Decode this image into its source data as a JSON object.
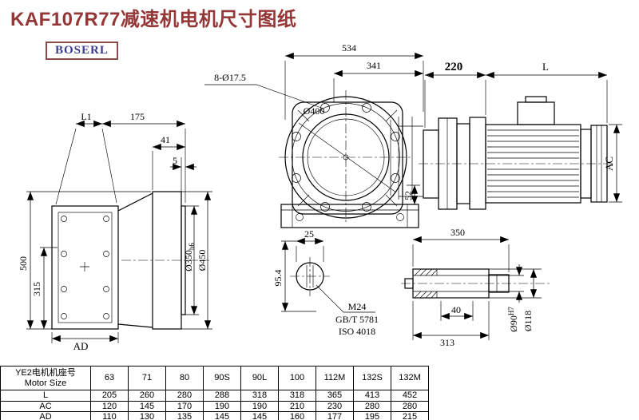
{
  "page": {
    "title": "KAF107R77减速机电机尺寸图纸",
    "brand": "BOSERL",
    "colors": {
      "title_text": "#943636",
      "brand_text": "#3b3b8f",
      "line": "#000000"
    }
  },
  "drawing": {
    "side_view": {
      "l1": "L1",
      "d175": "175",
      "d41": "41",
      "d5": "5",
      "d500": "500",
      "d315": "315",
      "ad": "AD",
      "d350": "Ø350",
      "d350_tol": "h6",
      "d450": "Ø450"
    },
    "front_view": {
      "d534": "534",
      "d341": "341",
      "holes": "8-Ø17.5",
      "d400": "Ø400",
      "d52": "52"
    },
    "shaft_end_view": {
      "d25": "25",
      "d95_4": "95.4",
      "m24": "M24",
      "gbt": "GB/T 5781",
      "iso": "ISO 4018"
    },
    "motor_view": {
      "d220": "220",
      "L": "L",
      "AC": "AC"
    },
    "shaft_detail": {
      "d350": "350",
      "d40": "40",
      "d313": "313",
      "d90": "Ø90",
      "d90_tol": "H7",
      "d118": "Ø118"
    }
  },
  "table": {
    "row_header_cn": "YE2电机机座号",
    "row_header_en": "Motor Size",
    "sizes": [
      "63",
      "71",
      "80",
      "90S",
      "90L",
      "100",
      "112M",
      "132S",
      "132M"
    ],
    "rows": [
      {
        "label": "L",
        "values": [
          "205",
          "260",
          "280",
          "288",
          "318",
          "318",
          "365",
          "413",
          "452"
        ]
      },
      {
        "label": "AC",
        "values": [
          "120",
          "145",
          "170",
          "190",
          "190",
          "210",
          "230",
          "280",
          "280"
        ]
      },
      {
        "label": "AD",
        "values": [
          "110",
          "130",
          "135",
          "145",
          "145",
          "160",
          "177",
          "195",
          "215"
        ]
      }
    ]
  }
}
